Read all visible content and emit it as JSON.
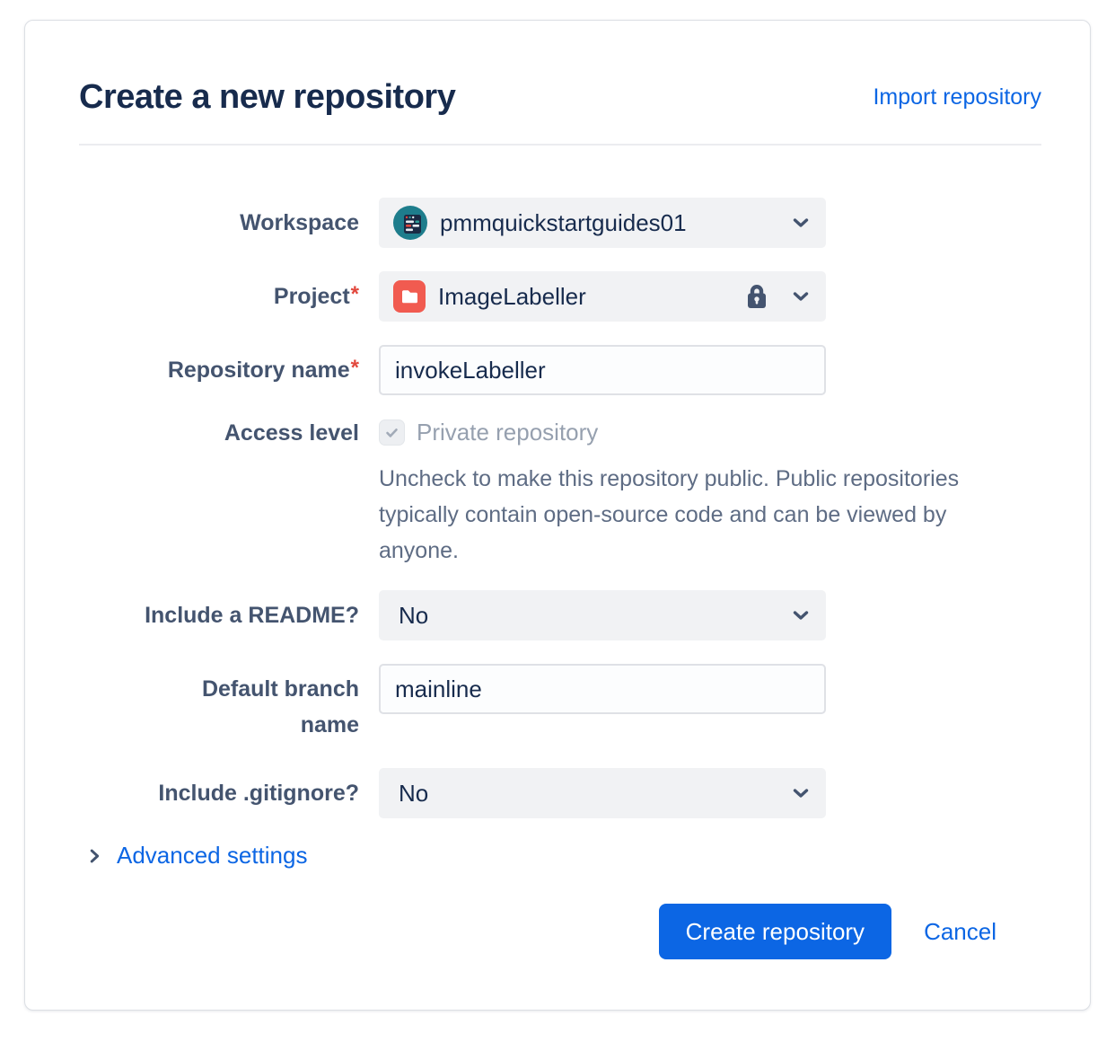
{
  "dialog": {
    "title": "Create a new repository",
    "import_link": "Import repository"
  },
  "form": {
    "workspace": {
      "label": "Workspace",
      "value": "pmmquickstartguides01"
    },
    "project": {
      "label": "Project",
      "required": "*",
      "value": "ImageLabeller"
    },
    "repository_name": {
      "label": "Repository name",
      "required": "*",
      "value": "invokeLabeller"
    },
    "access_level": {
      "label": "Access level",
      "checkbox_label": "Private repository",
      "checked": true,
      "help": "Uncheck to make this repository public. Public repositories typically contain open-source code and can be viewed by anyone."
    },
    "include_readme": {
      "label": "Include a README?",
      "value": "No"
    },
    "default_branch": {
      "label": "Default branch name",
      "value": "mainline"
    },
    "include_gitignore": {
      "label": "Include .gitignore?",
      "value": "No"
    },
    "advanced_settings_label": "Advanced settings"
  },
  "footer": {
    "create_label": "Create repository",
    "cancel_label": "Cancel"
  },
  "icons": {
    "workspace_avatar": "teal-circle-browser-window",
    "project_avatar": "red-folder",
    "lock": "lock-closed",
    "select_chevron": "chevron-down",
    "advanced_chevron": "chevron-right",
    "checkbox_check": "checkmark"
  },
  "colors": {
    "accent_blue": "#0C66E4",
    "title_navy": "#172B4D",
    "required_red": "#E2483D",
    "folder_red": "#F15B50",
    "avatar_teal": "#1E7D8C",
    "icon_slate": "#44546F"
  }
}
